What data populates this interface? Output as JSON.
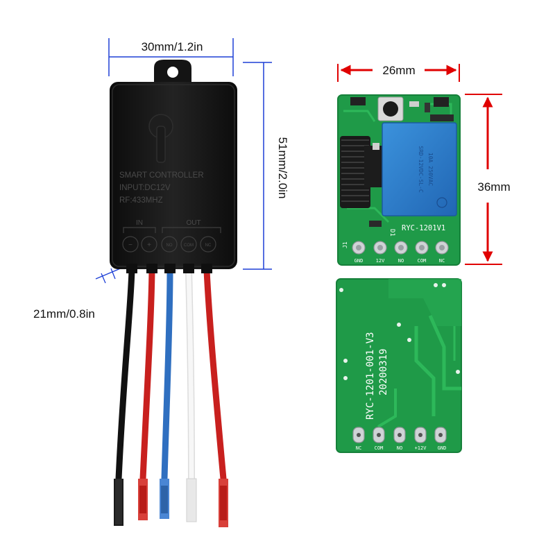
{
  "controller": {
    "width_label": "30mm/1.2in",
    "height_label": "51mm/2.0in",
    "wire_pitch_label": "21mm/0.8in",
    "case_lines": [
      "SMART CONTROLLER",
      "INPUT:DC12V",
      "RF:433MHZ"
    ],
    "in_label": "IN",
    "out_label": "OUT",
    "terminal_symbols": [
      "−",
      "+",
      "NO",
      "COM",
      "NC"
    ],
    "wire_colors": [
      "#111111",
      "#c8201e",
      "#2f6fc0",
      "#f4f4f4",
      "#c8201e"
    ]
  },
  "board_front": {
    "width_label": "26mm",
    "height_label": "36mm",
    "model_label": "RYC-1201V1",
    "ref_label": "D1",
    "j_label": "J1",
    "relay_text": [
      "SRD-12VDC-SL-C",
      "10A 250VAC"
    ],
    "pins": [
      "GND",
      "12V",
      "NO",
      "COM",
      "NC"
    ]
  },
  "board_back": {
    "model_label": "RYC-1201-001-V3",
    "date_label": "20200319",
    "pins": [
      "NC",
      "COM",
      "NO",
      "+12V",
      "GND"
    ]
  },
  "colors": {
    "dimension_blue": "#1d3fd6",
    "dimension_red": "#e00000",
    "pcb_green": "#1f9a48",
    "relay_blue": "#2a7fd0",
    "case_black": "#151515"
  }
}
